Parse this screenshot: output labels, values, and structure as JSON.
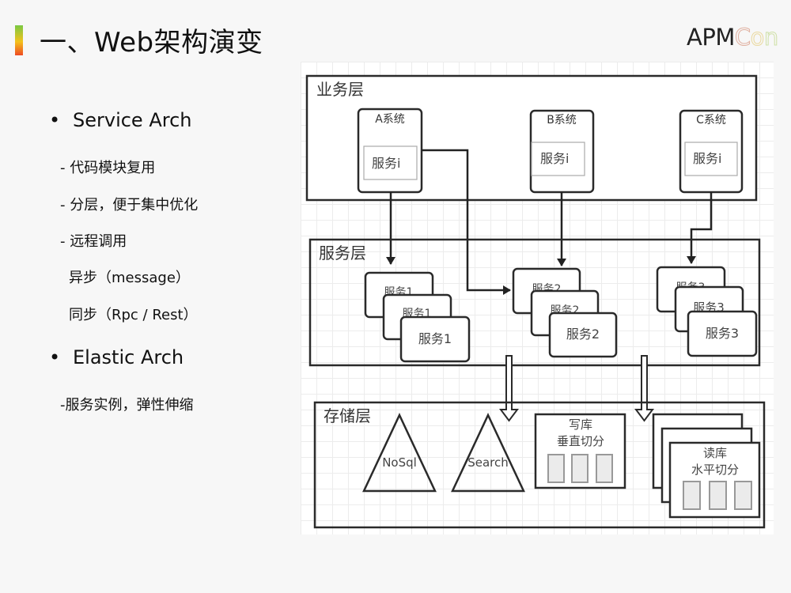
{
  "header": {
    "title": "一、Web架构演变",
    "logo_main": "APM",
    "logo_accent": [
      "C",
      "o",
      "n"
    ]
  },
  "content": {
    "bullets": [
      {
        "label": "Service Arch",
        "items": [
          "- 代码模块复用",
          "- 分层，便于集中优化",
          "- 远程调用",
          "异步（message）",
          "同步（Rpc / Rest）"
        ]
      },
      {
        "label": "Elastic Arch",
        "items": [
          "-服务实例，弹性伸缩"
        ]
      }
    ],
    "bullet_symbol": "•"
  },
  "diagram": {
    "business_layer": {
      "label": "业务层",
      "systems": [
        {
          "name": "A系统",
          "service": "服务i"
        },
        {
          "name": "B系统",
          "service": "服务i"
        },
        {
          "name": "C系统",
          "service": "服务i"
        }
      ]
    },
    "service_layer": {
      "label": "服务层",
      "groups": [
        {
          "service": "服务1"
        },
        {
          "service": "服务2"
        },
        {
          "service": "服务3"
        }
      ]
    },
    "storage_layer": {
      "label": "存储层",
      "stores": [
        "NoSql",
        "Search"
      ],
      "write_db": {
        "line1": "写库",
        "line2": "垂直切分"
      },
      "read_db": {
        "line1": "读库",
        "line2": "水平切分"
      }
    }
  }
}
